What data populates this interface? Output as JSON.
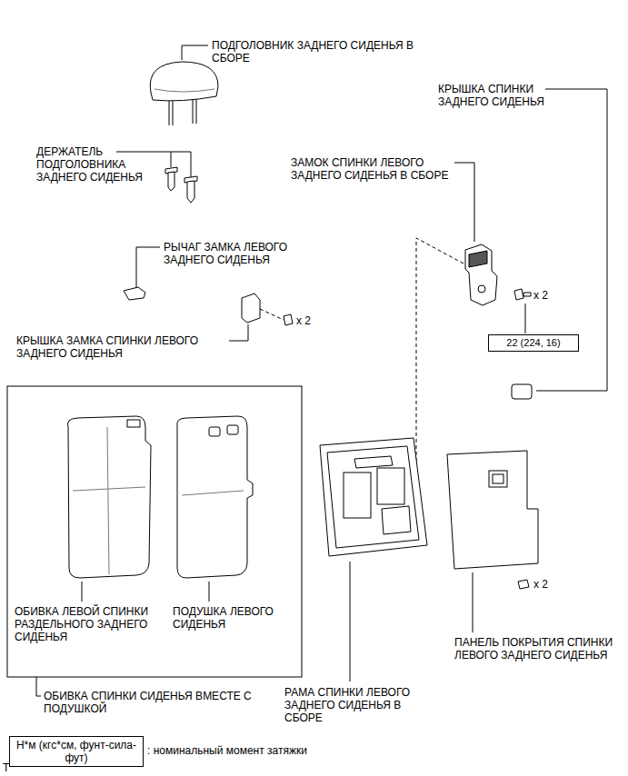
{
  "diagram": {
    "nodes": [
      {
        "text": [
          "22 (224, 16)"
        ]
      },
      {
        "text": [
          "ОБИВКА ЛЕВОЙ СПИНКИ РАЗДЕЛЬНОГО ЗАДНЕГО СИДЕНЬЯ",
          "ПОДУШКА ЛЕВОГО СИДЕНЬЯ",
          "ОБИВКА СПИНКИ СИДЕНЬЯ ВМЕСТЕ С ПОДУШКОЙ"
        ]
      },
      {
        "text": [
          "Н*м (кгс*см, фунт-сила-фут)"
        ]
      }
    ],
    "labels": [
      "ПОДГОЛОВНИК ЗАДНЕГО СИДЕНЬЯ В СБОРЕ",
      "КРЫШКА СПИНКИ ЗАДНЕГО СИДЕНЬЯ",
      "ДЕРЖАТЕЛЬ ПОДГОЛОВНИКА ЗАДНЕГО СИДЕНЬЯ",
      "ЗАМОК СПИНКИ ЛЕВОГО ЗАДНЕГО СИДЕНЬЯ В СБОРЕ",
      "РЫЧАГ ЗАМКА ЛЕВОГО ЗАДНЕГО СИДЕНЬЯ",
      "x 2",
      "x 2",
      "КРЫШКА ЗАМКА СПИНКИ ЛЕВОГО ЗАДНЕГО СИДЕНЬЯ",
      "x 2",
      "ПАНЕЛЬ ПОКРЫТИЯ СПИНКИ ЛЕВОГО ЗАДНЕГО СИДЕНЬЯ",
      "РАМА СПИНКИ ЛЕВОГО ЗАДНЕГО СИДЕНЬЯ В СБОРЕ",
      ": номинальный момент затяжки",
      "T"
    ]
  }
}
